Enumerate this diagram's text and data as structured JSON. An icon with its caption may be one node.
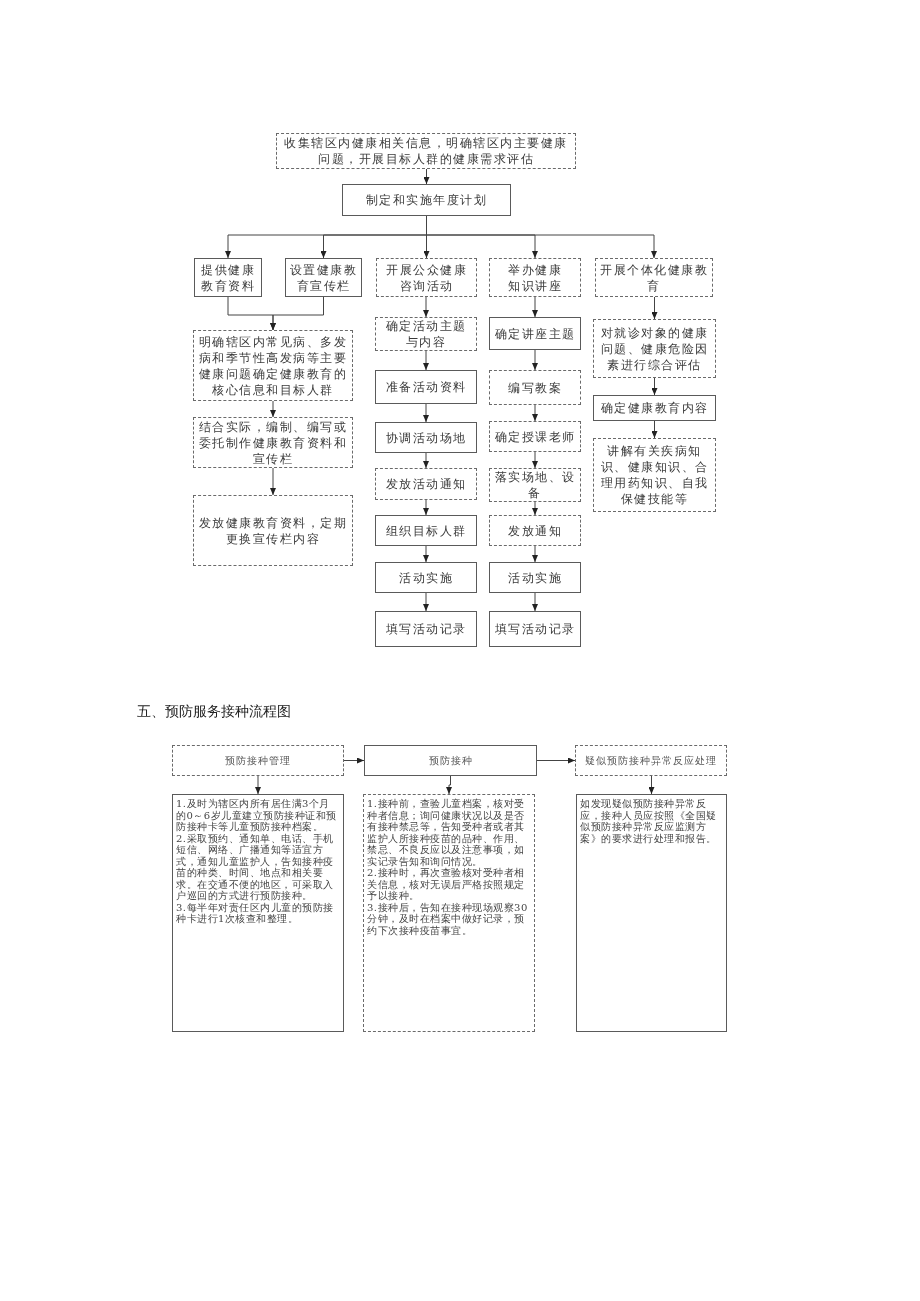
{
  "diagram": {
    "nodes": [
      {
        "text": [
          "收集辖区内健康相关信息，明确辖区内主要健康问题，开展目标人群的健康需求评估"
        ]
      },
      {
        "text": [
          "制定和实施年度计划"
        ]
      },
      {
        "text": [
          "提供健康教育资料"
        ]
      },
      {
        "text": [
          "设置健康教育宣传栏"
        ]
      },
      {
        "text": [
          "开展公众健康咨询活动"
        ]
      },
      {
        "text": [
          "举办健康知识讲座"
        ]
      },
      {
        "text": [
          "开展个体化健康教育"
        ]
      },
      {
        "text": [
          "明确辖区内常见病、多发病和季节性高发病等主要健康问题确定健康教育的核心信息和目标人群"
        ]
      },
      {
        "text": [
          "结合实际，编制、编写或委托制作健康教育资料和宣传栏"
        ]
      },
      {
        "text": [
          "发放健康教育资料，定期更换宣传栏内容"
        ]
      },
      {
        "text": [
          "确定活动主题与内容"
        ]
      },
      {
        "text": [
          "准备活动资料"
        ]
      },
      {
        "text": [
          "协调活动场地"
        ]
      },
      {
        "text": [
          "发放活动通知"
        ]
      },
      {
        "text": [
          "组织目标人群"
        ]
      },
      {
        "text": [
          "活动实施"
        ]
      },
      {
        "text": [
          "填写活动记录"
        ]
      },
      {
        "text": [
          "确定讲座主题"
        ]
      },
      {
        "text": [
          "编写教案"
        ]
      },
      {
        "text": [
          "确定授课老师"
        ]
      },
      {
        "text": [
          "落实场地、设备"
        ]
      },
      {
        "text": [
          "发放通知"
        ]
      },
      {
        "text": [
          "活动实施"
        ]
      },
      {
        "text": [
          "填写活动记录"
        ]
      },
      {
        "text": [
          "对就诊对象的健康问题、健康危险因素进行综合评估"
        ]
      },
      {
        "text": [
          "确定健康教育内容"
        ]
      },
      {
        "text": [
          "讲解有关疾病知识、健康知识、合理用药知识、自我保健技能等"
        ]
      },
      {
        "text": [
          "预防接种管理"
        ]
      },
      {
        "text": [
          "预防接种"
        ]
      },
      {
        "text": [
          "疑似预防接种异常反应处理"
        ]
      },
      {
        "text": [
          "1.及时为辖区内所有居住满3个月的0～6岁儿童建立预防接种证和预防接种卡等儿童预防接种档案。",
          "2.采取预约、通知单、电话、手机短信、网络、广播通知等适宜方式，通知儿童监护人，告知接种疫苗的种类、时间、地点和相关要求。在交通不便的地区，可采取入户巡回的方式进行预防接种。",
          "3.每半年对责任区内儿童的预防接种卡进行1次核查和整理。"
        ]
      },
      {
        "text": [
          "1.接种前，查验儿童档案，核对受种者信息；询问健康状况以及是否有接种禁忌等，告知受种者或者其监护人所接种疫苗的品种、作用、禁忌、不良反应以及注意事项，如实记录告知和询问情况。",
          "2.接种时，再次查验核对受种者相关信息，核对无误后严格按照规定予以接种。",
          "3.接种后，告知在接种现场观察30分钟，及时在档案中做好记录，预约下次接种疫苗事宜。"
        ]
      },
      {
        "text": [
          "如发现疑似预防接种异常反应，接种人员应按照《全国疑似预防接种异常反应监测方案》的要求进行处理和报告。"
        ]
      }
    ],
    "edges": [
      {
        "from": 0,
        "to": 1,
        "arrow": "to"
      },
      {
        "from": 1,
        "to": 2,
        "arrow": "to"
      },
      {
        "from": 1,
        "to": 3,
        "arrow": "to"
      },
      {
        "from": 1,
        "to": 4,
        "arrow": "to"
      },
      {
        "from": 1,
        "to": 5,
        "arrow": "to"
      },
      {
        "from": 1,
        "to": 6,
        "arrow": "to"
      },
      {
        "from": 2,
        "to": 7,
        "arrow": "to"
      },
      {
        "from": 3,
        "to": 7,
        "arrow": "to"
      },
      {
        "from": 7,
        "to": 8,
        "arrow": "to"
      },
      {
        "from": 8,
        "to": 9,
        "arrow": "to"
      },
      {
        "from": 4,
        "to": 10,
        "arrow": "to"
      },
      {
        "from": 10,
        "to": 11,
        "arrow": "to"
      },
      {
        "from": 11,
        "to": 12,
        "arrow": "to"
      },
      {
        "from": 12,
        "to": 13,
        "arrow": "to"
      },
      {
        "from": 13,
        "to": 14,
        "arrow": "to"
      },
      {
        "from": 14,
        "to": 15,
        "arrow": "to"
      },
      {
        "from": 15,
        "to": 16,
        "arrow": "to"
      },
      {
        "from": 5,
        "to": 17,
        "arrow": "to"
      },
      {
        "from": 17,
        "to": 18,
        "arrow": "to"
      },
      {
        "from": 18,
        "to": 19,
        "arrow": "to"
      },
      {
        "from": 19,
        "to": 20,
        "arrow": "to"
      },
      {
        "from": 20,
        "to": 21,
        "arrow": "to"
      },
      {
        "from": 21,
        "to": 22,
        "arrow": "to"
      },
      {
        "from": 22,
        "to": 23,
        "arrow": "to"
      },
      {
        "from": 6,
        "to": 24,
        "arrow": "to"
      },
      {
        "from": 24,
        "to": 25,
        "arrow": "to"
      },
      {
        "from": 25,
        "to": 26,
        "arrow": "to"
      },
      {
        "from": 27,
        "to": 28,
        "arrow": "to"
      },
      {
        "from": 28,
        "to": 29,
        "arrow": "to"
      },
      {
        "from": 27,
        "to": 30,
        "arrow": "to"
      },
      {
        "from": 28,
        "to": 31,
        "arrow": "to"
      },
      {
        "from": 29,
        "to": 32,
        "arrow": "to"
      }
    ],
    "labels": [
      "五、预防服务接种流程图"
    ]
  }
}
